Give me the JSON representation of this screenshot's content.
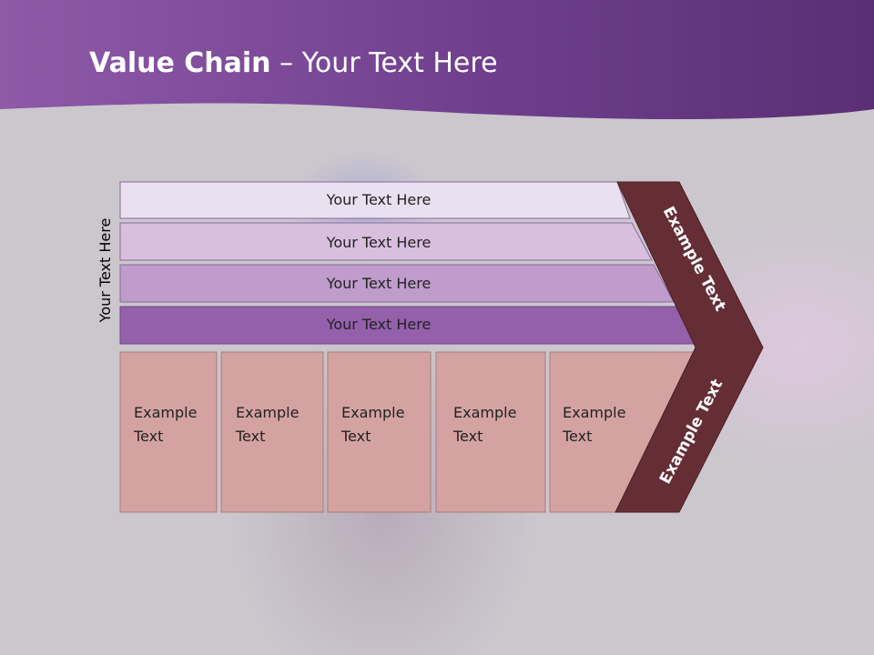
{
  "slide": {
    "title_bold": "Value Chain",
    "title_rest": " – Your Text Here",
    "vertical_label": "Your Text Here"
  },
  "support_rows": [
    {
      "label": "Your Text Here",
      "color": "#ebe0f0"
    },
    {
      "label": "Your Text Here",
      "color": "#d8bfde"
    },
    {
      "label": "Your Text Here",
      "color": "#bf9ccb"
    },
    {
      "label": "Your Text Here",
      "color": "#9460ac"
    }
  ],
  "primary_boxes": [
    {
      "line1": "Example",
      "line2": "Text"
    },
    {
      "line1": "Example",
      "line2": "Text"
    },
    {
      "line1": "Example",
      "line2": "Text"
    },
    {
      "line1": "Example",
      "line2": "Text"
    },
    {
      "line1": "Example",
      "line2": "Text"
    }
  ],
  "chevron": {
    "upper_text": "Example Text",
    "lower_text": "Example Text",
    "color": "#652e35"
  },
  "colors": {
    "header": "#7a4a9a",
    "primary_box": "#d4a3a1",
    "background": "#cbc7cd"
  }
}
